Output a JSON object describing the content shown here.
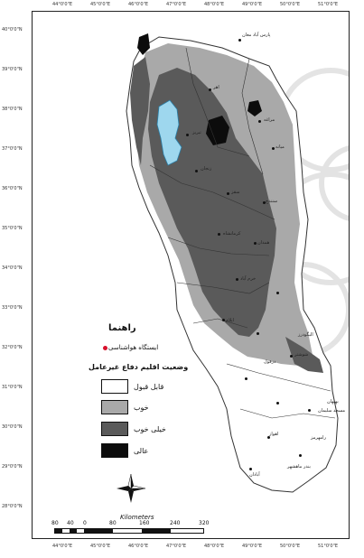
{
  "legend": {
    "title": "راهنما",
    "station_label": "ایستگاه هواشناسی",
    "station_color": "#d8102c",
    "subtitle": "وضعیت اقلیم دفاع غیرعامل",
    "classes": [
      {
        "label": "قابل قبول",
        "color": "#ffffff"
      },
      {
        "label": "خوب",
        "color": "#a9a9a9"
      },
      {
        "label": "خیلی خوب",
        "color": "#5a5a5a"
      },
      {
        "label": "عالی",
        "color": "#0c0c0c"
      }
    ]
  },
  "scale": {
    "unit_label": "Kilometers",
    "ticks": [
      "80",
      "40",
      "0",
      "80",
      "160",
      "240",
      "320"
    ]
  },
  "graticule": {
    "top": [
      "44°0'0\"E",
      "45°0'0\"E",
      "46°0'0\"E",
      "47°0'0\"E",
      "48°0'0\"E",
      "49°0'0\"E",
      "50°0'0\"E",
      "51°0'0\"E"
    ],
    "bottom": [
      "44°0'0\"E",
      "45°0'0\"E",
      "46°0'0\"E",
      "47°0'0\"E",
      "48°0'0\"E",
      "49°0'0\"E",
      "50°0'0\"E",
      "51°0'0\"E"
    ],
    "left": [
      "40°0'0\"N",
      "39°0'0\"N",
      "38°0'0\"N",
      "37°0'0\"N",
      "36°0'0\"N",
      "35°0'0\"N",
      "34°0'0\"N",
      "33°0'0\"N",
      "32°0'0\"N",
      "31°0'0\"N",
      "30°0'0\"N",
      "29°0'0\"N",
      "28°0'0\"N"
    ]
  },
  "cities": [
    "پارس آباد مغان",
    "اهر",
    "تبریز",
    "مراغه",
    "میانه",
    "زنجان",
    "سقز",
    "سنندج",
    "کرمانشاه",
    "همدان",
    "خرم آباد",
    "الیگودرز",
    "ایلام",
    "دزفول",
    "شوشتر",
    "اهواز",
    "آبادان",
    "بندر ماهشهر",
    "بهبهان",
    "مسجد سلیمان",
    "رامهرمز"
  ],
  "colors": {
    "lake": "#9ed7ee",
    "boundary": "#333333",
    "acceptable": "#ffffff",
    "good": "#a9a9a9",
    "very_good": "#5a5a5a",
    "excellent": "#0c0c0c"
  }
}
